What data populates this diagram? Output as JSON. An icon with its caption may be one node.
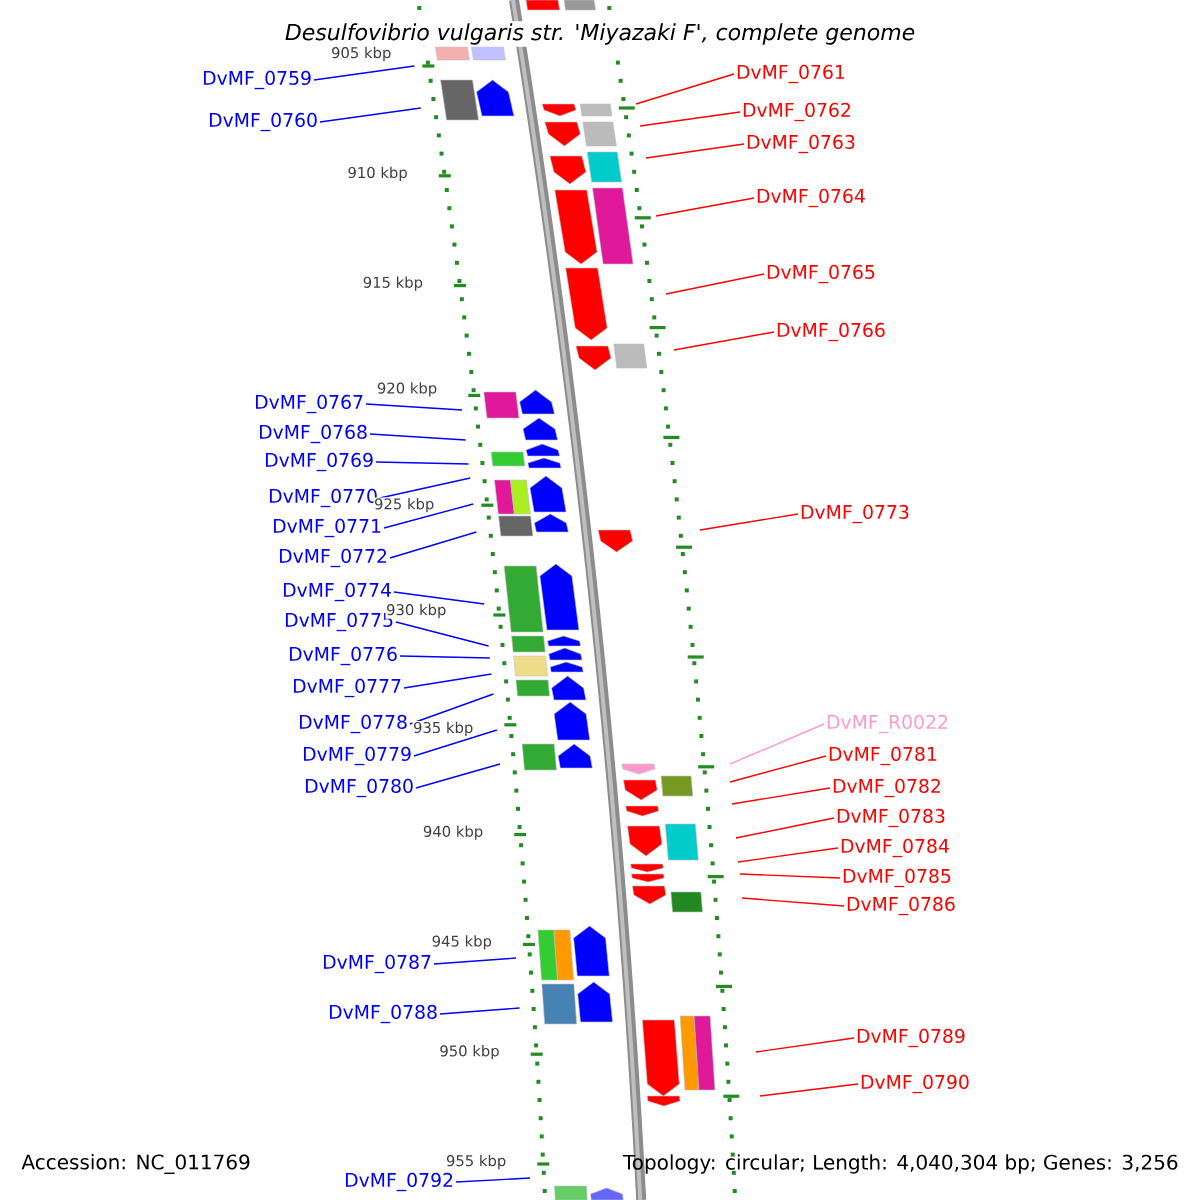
{
  "diagram": {
    "title": "Desulfovibrio vulgaris str. 'Miyazaki F', complete genome",
    "nodes": [
      {
        "text": [
          "DvMF_0761"
        ]
      },
      {
        "text": [
          "DvMF_0759"
        ]
      },
      {
        "text": [
          "DvMF_0762"
        ]
      },
      {
        "text": [
          "DvMF_0760"
        ]
      },
      {
        "text": [
          "DvMF_0763"
        ]
      },
      {
        "text": [
          "DvMF_0764"
        ]
      },
      {
        "text": [
          "DvMF_0765"
        ]
      },
      {
        "text": [
          "DvMF_0766"
        ]
      },
      {
        "text": [
          "DvMF_0767"
        ]
      },
      {
        "text": [
          "DvMF_0768"
        ]
      },
      {
        "text": [
          "DvMF_0769"
        ]
      },
      {
        "text": [
          "DvMF_0770"
        ]
      },
      {
        "text": [
          "DvMF_0773"
        ]
      },
      {
        "text": [
          "DvMF_0771"
        ]
      },
      {
        "text": [
          "DvMF_0772"
        ]
      },
      {
        "text": [
          "DvMF_0774"
        ]
      },
      {
        "text": [
          "DvMF_0775"
        ]
      },
      {
        "text": [
          "DvMF_0776"
        ]
      },
      {
        "text": [
          "DvMF_0777"
        ]
      },
      {
        "text": [
          "DvMF_0778"
        ]
      },
      {
        "text": [
          "DvMF_R0022"
        ]
      },
      {
        "text": [
          "DvMF_0781"
        ]
      },
      {
        "text": [
          "DvMF_0779"
        ]
      },
      {
        "text": [
          "DvMF_0780"
        ]
      },
      {
        "text": [
          "DvMF_0782"
        ]
      },
      {
        "text": [
          "DvMF_0783"
        ]
      },
      {
        "text": [
          "DvMF_0784"
        ]
      },
      {
        "text": [
          "DvMF_0785"
        ]
      },
      {
        "text": [
          "DvMF_0786"
        ]
      },
      {
        "text": [
          "DvMF_0787"
        ]
      },
      {
        "text": [
          "DvMF_0788"
        ]
      },
      {
        "text": [
          "DvMF_0789"
        ]
      },
      {
        "text": [
          "DvMF_0790"
        ]
      },
      {
        "text": [
          "DvMF_0792"
        ]
      }
    ],
    "edges": [
      {
        "from": 0,
        "to": null,
        "arrow": "none",
        "color": "#ff0000"
      },
      {
        "from": 1,
        "to": null,
        "arrow": "none",
        "color": "#0000ff"
      },
      {
        "from": 2,
        "to": null,
        "arrow": "none",
        "color": "#ff0000"
      },
      {
        "from": 3,
        "to": null,
        "arrow": "none",
        "color": "#0000ff"
      },
      {
        "from": 4,
        "to": null,
        "arrow": "none",
        "color": "#ff0000"
      },
      {
        "from": 5,
        "to": null,
        "arrow": "none",
        "color": "#ff0000"
      },
      {
        "from": 6,
        "to": null,
        "arrow": "none",
        "color": "#ff0000"
      },
      {
        "from": 7,
        "to": null,
        "arrow": "none",
        "color": "#ff0000"
      },
      {
        "from": 8,
        "to": null,
        "arrow": "none",
        "color": "#0000ff"
      },
      {
        "from": 9,
        "to": null,
        "arrow": "none",
        "color": "#0000ff"
      },
      {
        "from": 10,
        "to": null,
        "arrow": "none",
        "color": "#0000ff"
      },
      {
        "from": 11,
        "to": null,
        "arrow": "none",
        "color": "#0000ff"
      },
      {
        "from": 12,
        "to": null,
        "arrow": "none",
        "color": "#ff0000"
      },
      {
        "from": 13,
        "to": null,
        "arrow": "none",
        "color": "#0000ff"
      },
      {
        "from": 14,
        "to": null,
        "arrow": "none",
        "color": "#0000ff"
      },
      {
        "from": 15,
        "to": null,
        "arrow": "none",
        "color": "#0000ff"
      },
      {
        "from": 16,
        "to": null,
        "arrow": "none",
        "color": "#0000ff"
      },
      {
        "from": 17,
        "to": null,
        "arrow": "none",
        "color": "#0000ff"
      },
      {
        "from": 18,
        "to": null,
        "arrow": "none",
        "color": "#0000ff"
      },
      {
        "from": 19,
        "to": null,
        "arrow": "none",
        "color": "#0000ff"
      },
      {
        "from": 20,
        "to": null,
        "arrow": "none",
        "color": "#ff99cc"
      },
      {
        "from": 21,
        "to": null,
        "arrow": "none",
        "color": "#ff0000"
      },
      {
        "from": 22,
        "to": null,
        "arrow": "none",
        "color": "#0000ff"
      },
      {
        "from": 23,
        "to": null,
        "arrow": "none",
        "color": "#0000ff"
      },
      {
        "from": 24,
        "to": null,
        "arrow": "none",
        "color": "#ff0000"
      },
      {
        "from": 25,
        "to": null,
        "arrow": "none",
        "color": "#ff0000"
      },
      {
        "from": 26,
        "to": null,
        "arrow": "none",
        "color": "#ff0000"
      },
      {
        "from": 27,
        "to": null,
        "arrow": "none",
        "color": "#ff0000"
      },
      {
        "from": 28,
        "to": null,
        "arrow": "none",
        "color": "#ff0000"
      },
      {
        "from": 29,
        "to": null,
        "arrow": "none",
        "color": "#0000ff"
      },
      {
        "from": 30,
        "to": null,
        "arrow": "none",
        "color": "#0000ff"
      },
      {
        "from": 31,
        "to": null,
        "arrow": "none",
        "color": "#ff0000"
      },
      {
        "from": 32,
        "to": null,
        "arrow": "none",
        "color": "#ff0000"
      },
      {
        "from": 33,
        "to": null,
        "arrow": "none",
        "color": "#0000ff"
      }
    ],
    "labels": [
      "905 kbp",
      "910 kbp",
      "915 kbp",
      "920 kbp",
      "925 kbp",
      "930 kbp",
      "935 kbp",
      "940 kbp",
      "945 kbp",
      "950 kbp",
      "955 kbp",
      "Accession: NC_011769",
      "Topology: circular; Length: 4,040,304 bp; Genes: 3,256"
    ]
  }
}
